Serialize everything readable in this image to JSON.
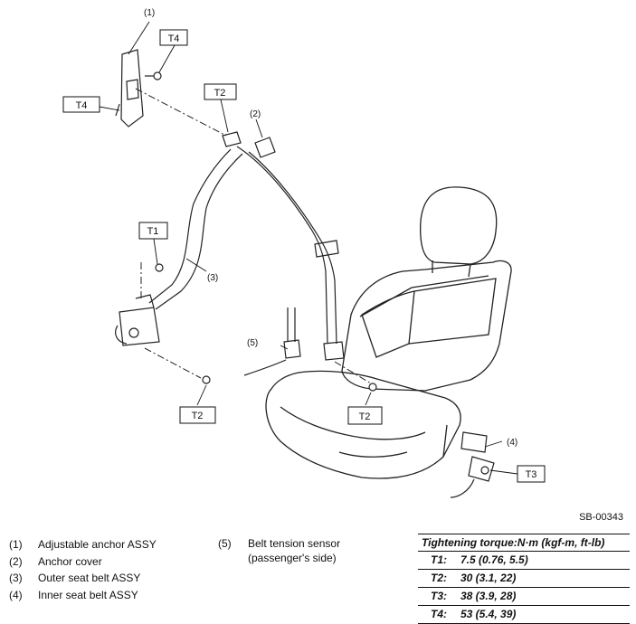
{
  "callouts": {
    "c1": "(1)",
    "c2": "(2)",
    "c3": "(3)",
    "c4": "(4)",
    "c5": "(5)"
  },
  "tags": {
    "t4_top": "T4",
    "t4_left": "T4",
    "t2_anchor": "T2",
    "t1": "T1",
    "t2_lower_left": "T2",
    "t2_center": "T2",
    "t3": "T3"
  },
  "figure_code": "SB-00343",
  "legend": [
    {
      "num": "(1)",
      "text": "Adjustable anchor ASSY"
    },
    {
      "num": "(2)",
      "text": "Anchor cover"
    },
    {
      "num": "(3)",
      "text": "Outer seat belt ASSY"
    },
    {
      "num": "(4)",
      "text": "Inner seat belt ASSY"
    }
  ],
  "legend2": {
    "num": "(5)",
    "line1": "Belt tension sensor",
    "line2": "(passenger's side)"
  },
  "torque": {
    "title": "Tightening torque:N·m (kgf-m, ft-lb)",
    "rows": [
      {
        "key": "T1:",
        "value": "7.5 (0.76, 5.5)"
      },
      {
        "key": "T2:",
        "value": "30 (3.1, 22)"
      },
      {
        "key": "T3:",
        "value": "38 (3.9, 28)"
      },
      {
        "key": "T4:",
        "value": "53 (5.4, 39)"
      }
    ]
  }
}
